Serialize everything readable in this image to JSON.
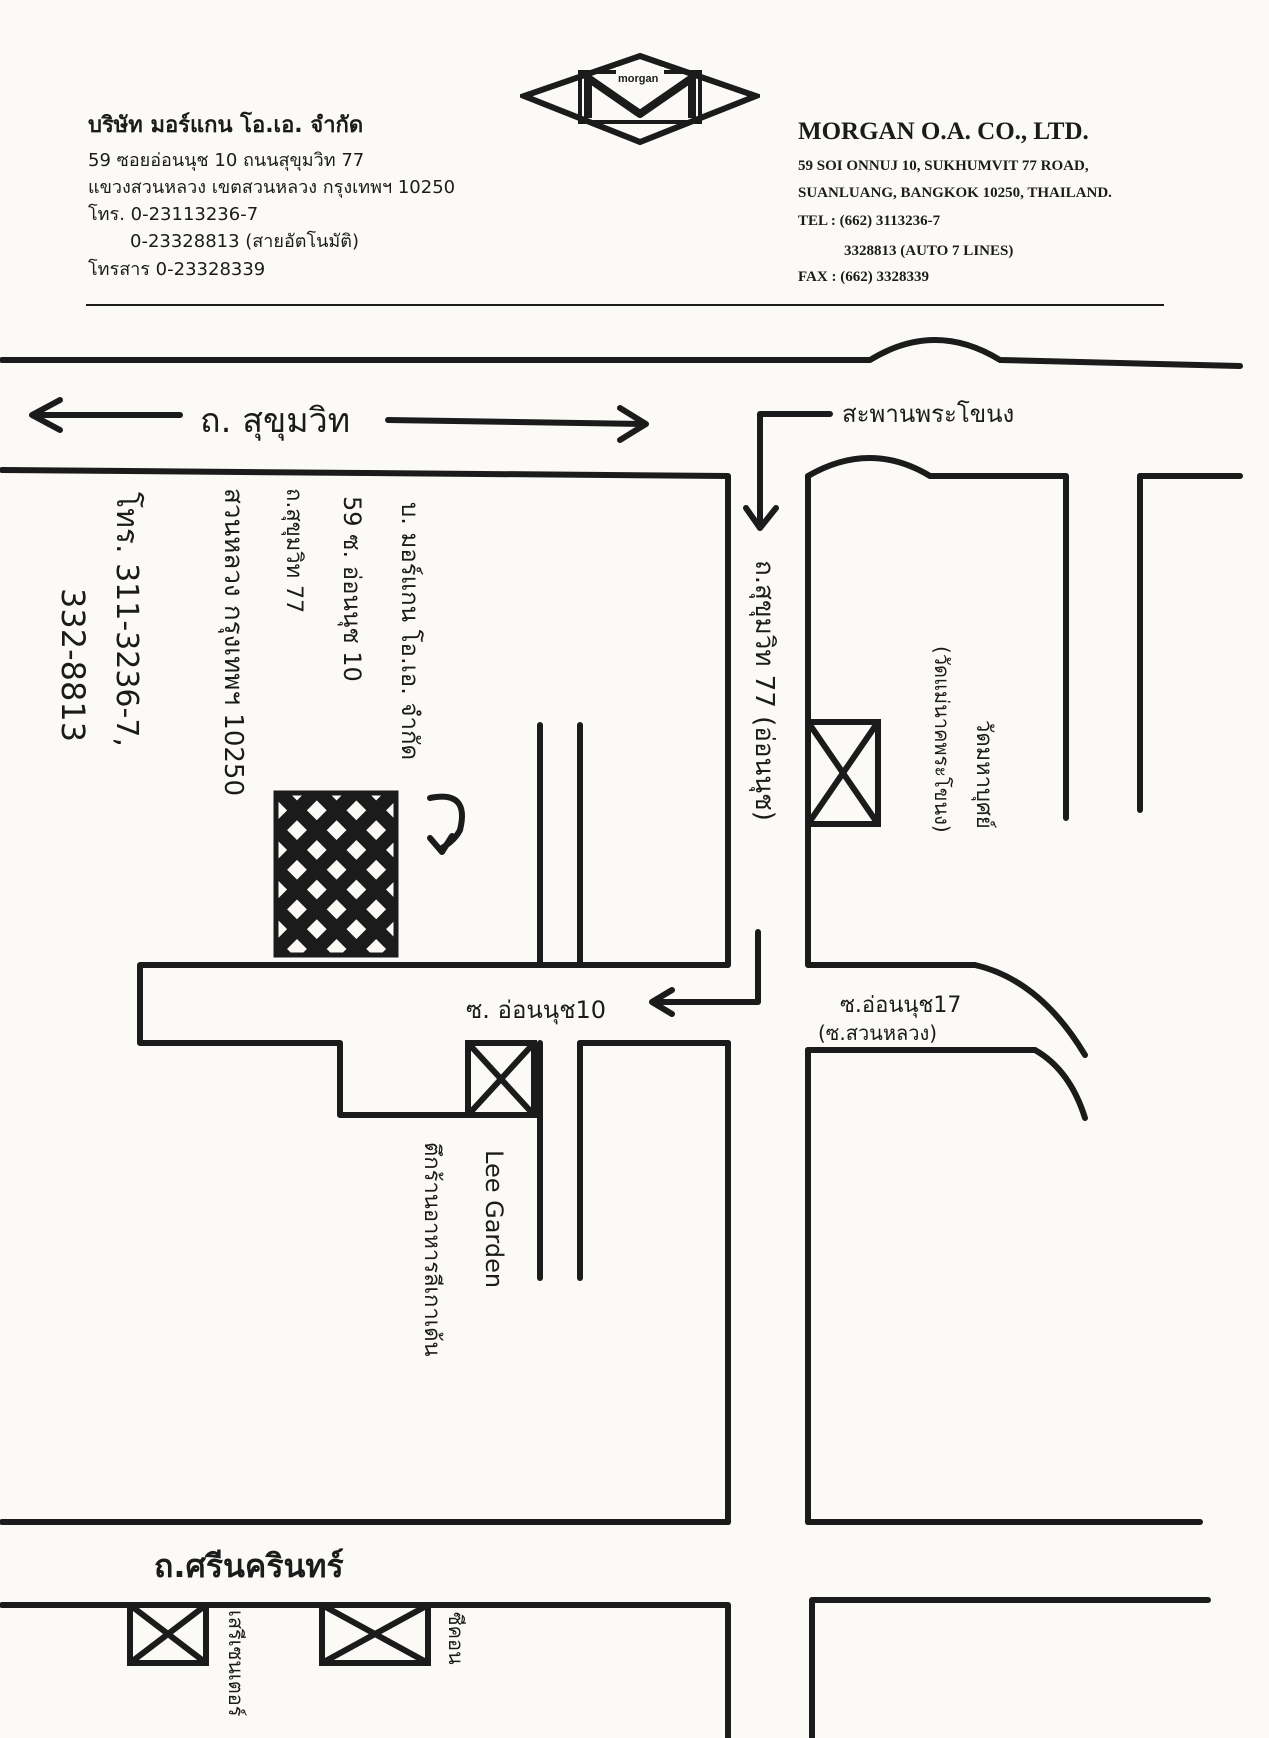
{
  "header": {
    "logo_text": "morgan",
    "thai": {
      "company": "บริษัท มอร์แกน โอ.เอ. จำกัด",
      "address1": "59 ซอยอ่อนนุช 10 ถนนสุขุมวิท 77",
      "address2": "แขวงสวนหลวง เขตสวนหลวง กรุงเทพฯ 10250",
      "phone1": "โทร. 0-23113236-7",
      "phone2": "0-23328813 (สายอัตโนมัติ)",
      "fax": "โทรสาร 0-23328339"
    },
    "english": {
      "company": "MORGAN O.A. CO., LTD.",
      "address1": "59 SOI ONNUJ 10, SUKHUMVIT 77 ROAD,",
      "address2": "SUANLUANG, BANGKOK 10250, THAILAND.",
      "tel": "TEL : (662) 3113236-7",
      "tel2": "3328813 (AUTO 7 LINES)",
      "fax": "FAX : (662) 3328339"
    }
  },
  "map": {
    "road_sukhumvit": "ถ. สุขุมวิท",
    "bridge": "สะพานพระโขนง",
    "road_sukhumvit77": "ถ.สุขุมวิท 77 (อ่อนนุช)",
    "temple": "วัดมหาบุศย์",
    "temple_sub": "(วัดแม่นาคพระโขนง)",
    "soi_onnut10": "ซ. อ่อนนุช10",
    "soi_onnut17": "ซ.อ่อนนุช17",
    "soi_onnut17_sub": "(ซ.สวนหลวง)",
    "lee_garden": "Lee Garden",
    "lee_garden_th": "ตึกร้านอาหารลีเกาเด้น",
    "road_srinakarin": "ถ.ศรีนครินทร์",
    "landmark_left": "เสรีเซนเตอร์",
    "landmark_right": "ซีคอน",
    "note": {
      "line1": "บ. มอร์แกน โอ.เอ. จำกัด",
      "line2": "59 ซ. อ่อนนุช 10",
      "line3": "ถ.สุขุมวิท 77",
      "line4": "สวนหลวง กรุงเทพฯ 10250",
      "line5": "โทร. 311-3236-7,",
      "line6": "332-8813"
    }
  },
  "colors": {
    "ink": "#1b1b1b",
    "paper": "#fbfaf7"
  }
}
